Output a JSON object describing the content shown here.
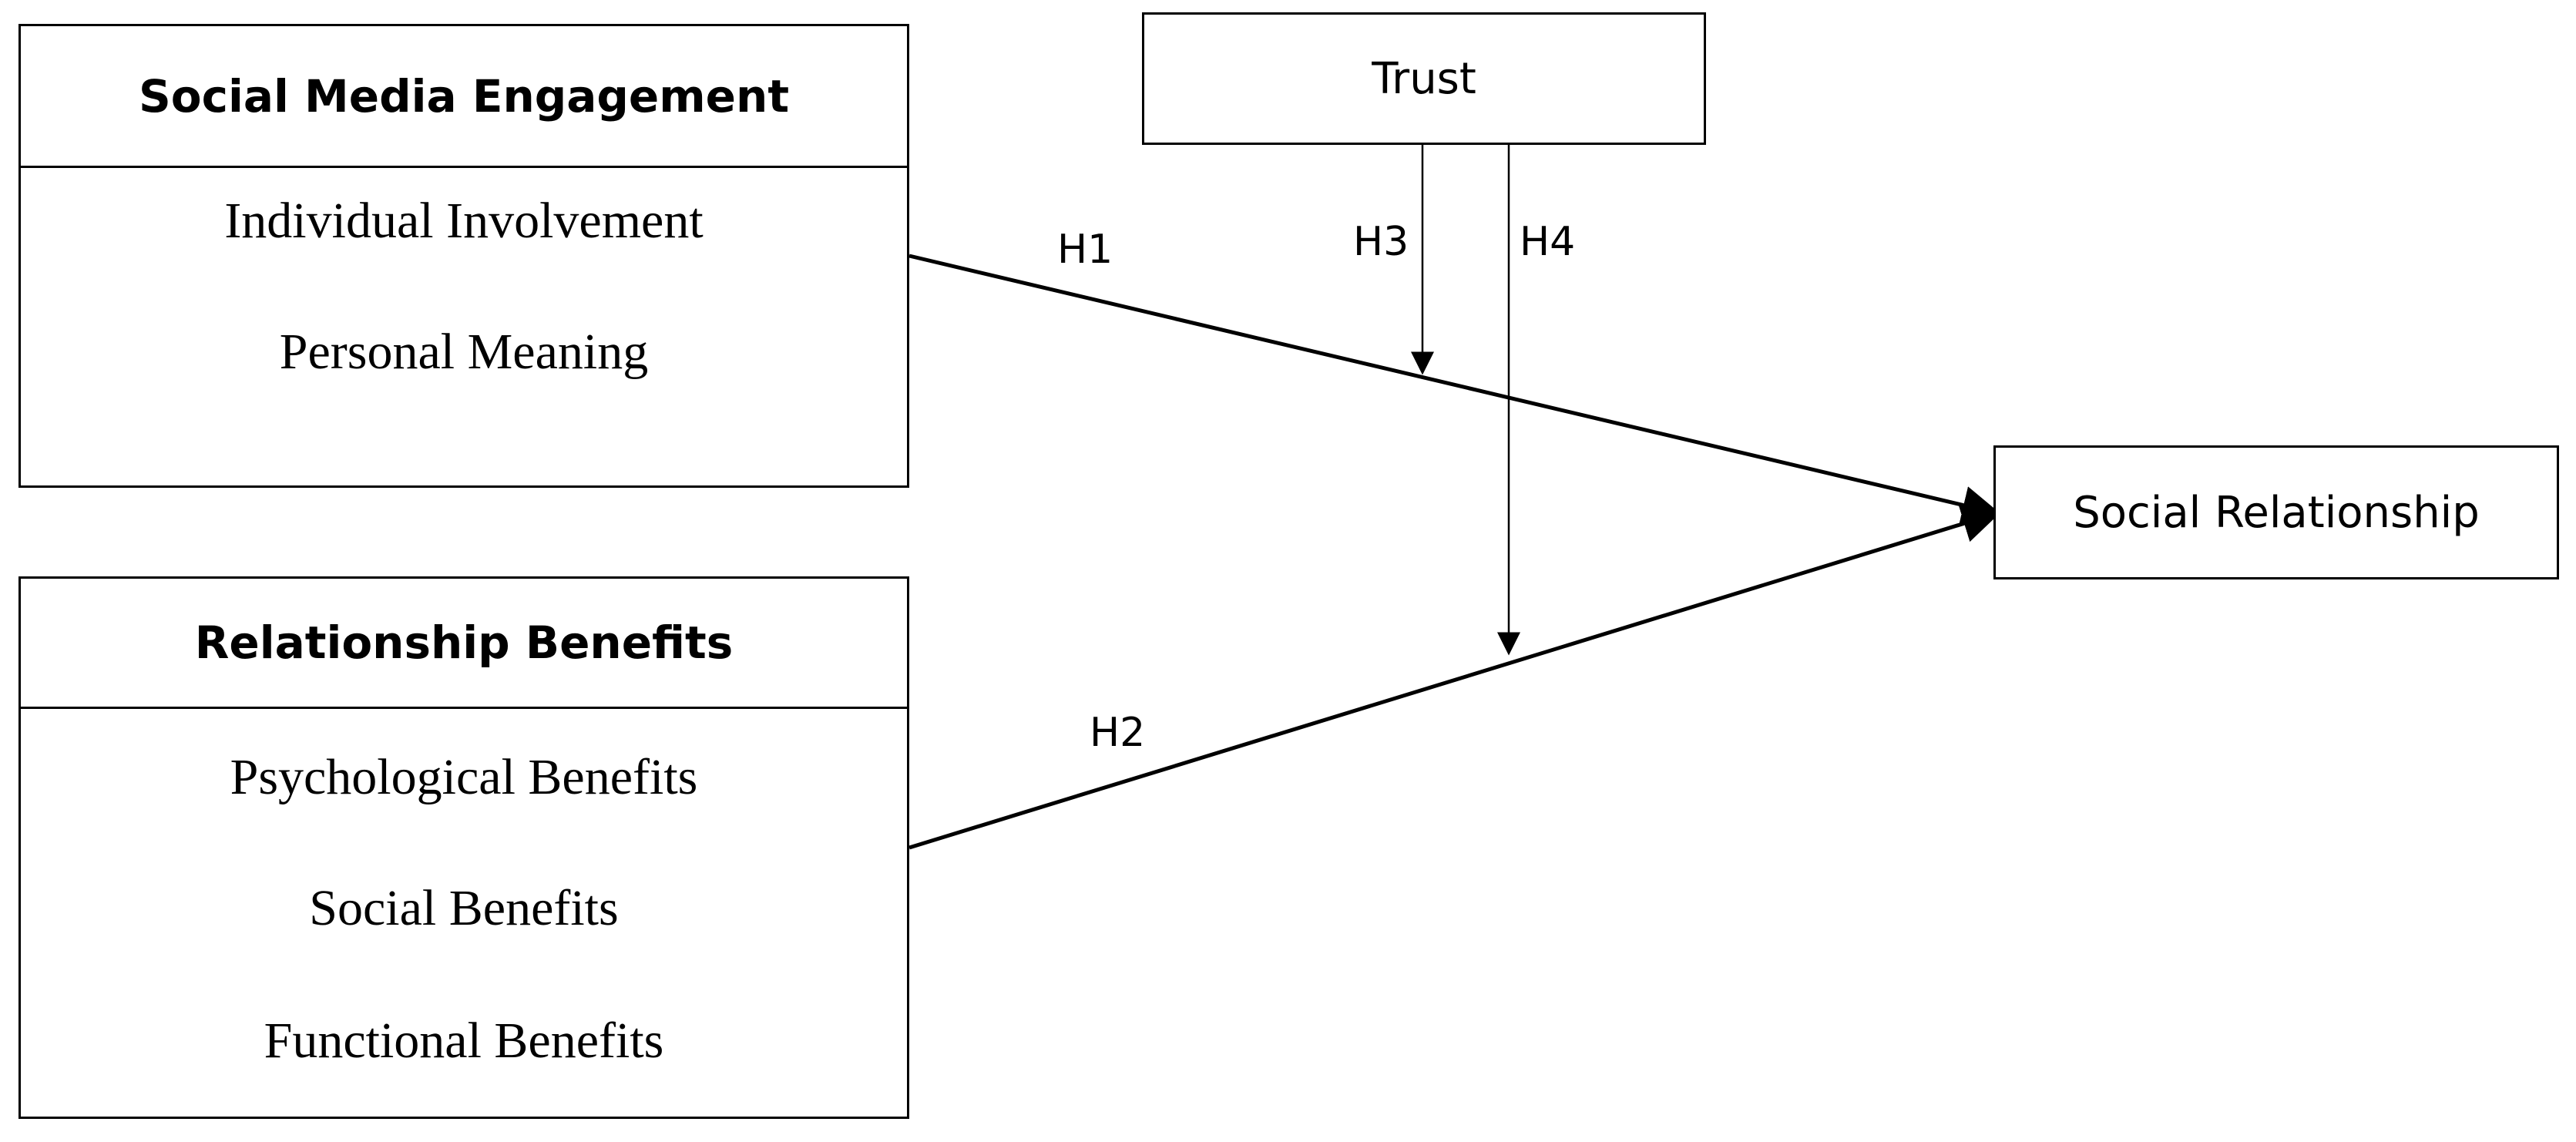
{
  "constructs": {
    "sme": {
      "title": "Social Media Engagement",
      "items": [
        "Individual Involvement",
        "Personal Meaning"
      ]
    },
    "rb": {
      "title": "Relationship Benefits",
      "items": [
        "Psychological Benefits",
        "Social Benefits",
        "Functional Benefits"
      ]
    },
    "trust": {
      "title": "Trust"
    },
    "sr": {
      "title": "Social Relationship"
    }
  },
  "hypotheses": {
    "h1": "H1",
    "h2": "H2",
    "h3": "H3",
    "h4": "H4"
  }
}
